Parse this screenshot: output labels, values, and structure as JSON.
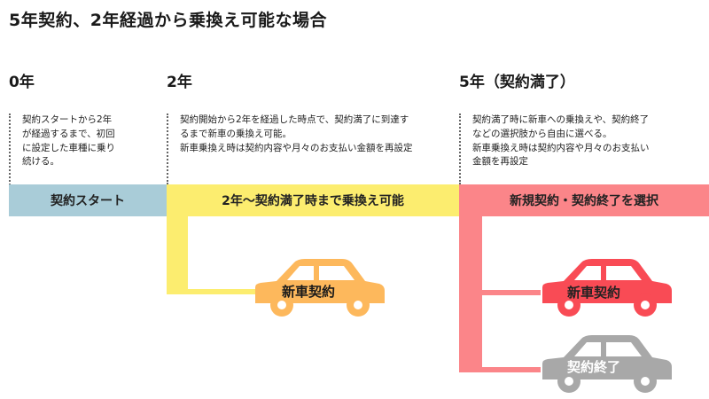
{
  "title": "5年契約、2年経過から乗換え可能な場合",
  "periods": {
    "p0": "0年",
    "p2": "2年",
    "p5": "5年（契約満了）"
  },
  "notes": {
    "n0": "契約スタートから2年\nが経過するまで、初回\nに設定した車種に乗り\n続ける。",
    "n2": "契約開始から2年を経過した時点で、契約満了に到達す\nるまで新車の乗換え可能。\n新車乗換え時は契約内容や月々のお支払い金額を再設定",
    "n5": "契約満了時に新車への乗換えや、契約終了\nなどの選択肢から自由に選べる。\n新車乗換え時は契約内容や月々のお支払い\n金額を再設定"
  },
  "bars": {
    "start": "契約スタート",
    "switchable": "2年〜契約満了時まで乗換え可能",
    "choose": "新規契約・契約終了を選択"
  },
  "cars": {
    "yellow_car": "新車契約",
    "red_car": "新車契約",
    "gray_car": "契約終了"
  },
  "colors": {
    "blue": "#a9ccd8",
    "yellow": "#fced6f",
    "red": "#fb8589",
    "orange_car": "#fdb85c",
    "red_car": "#f94b55",
    "gray_car": "#a8a8a8"
  }
}
